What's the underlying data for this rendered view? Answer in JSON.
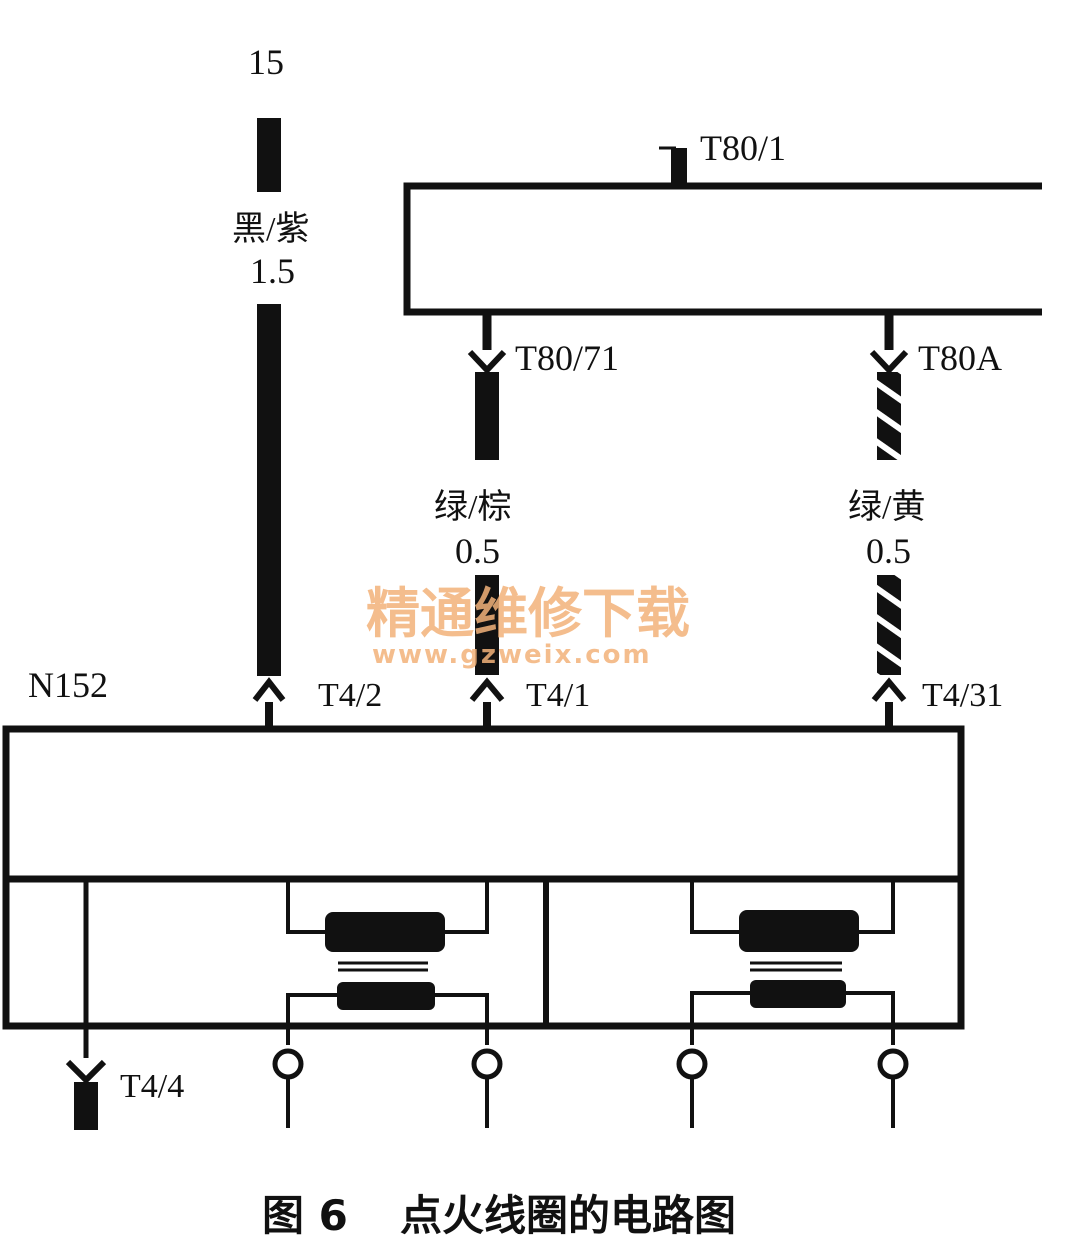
{
  "labels": {
    "terminal_15": "15",
    "t80_1": "T80/1",
    "t80_71": "T80/71",
    "t80a": "T80A",
    "wire1_color": "黑/紫",
    "wire1_gauge": "1.5",
    "wire2_color": "绿/棕",
    "wire2_gauge": "0.5",
    "wire3_color": "绿/黄",
    "wire3_gauge": "0.5",
    "n152": "N152",
    "t4_2": "T4/2",
    "t4_1": "T4/1",
    "t4_31": "T4/31",
    "t4_4": "T4/4"
  },
  "watermark": {
    "title": "精通维修下载",
    "url": "www.gzweix.com",
    "color": "#f3b27a"
  },
  "caption": {
    "figure": "图 6",
    "text": "点火线圈的电路图"
  }
}
